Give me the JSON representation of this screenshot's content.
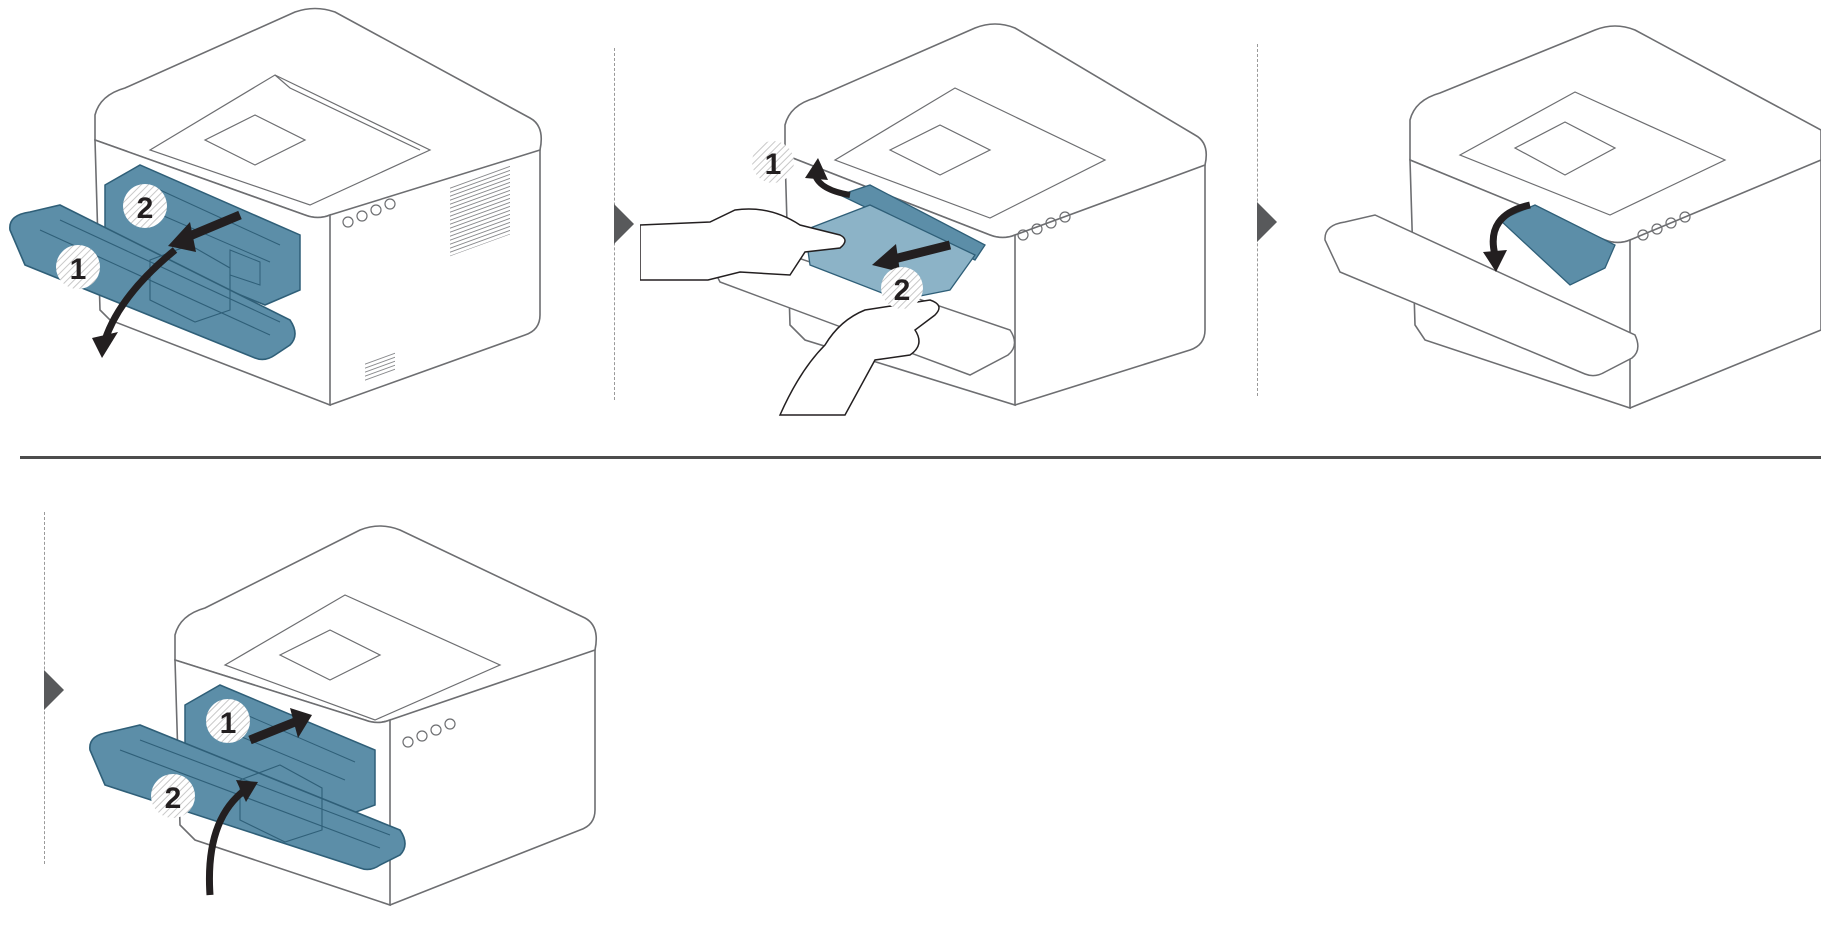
{
  "colors": {
    "part_highlight": "#5c8ea8",
    "part_highlight_dark": "#2f5f78",
    "printer_outline": "#6d6e71",
    "arrow": "#231f20",
    "separator": "#4d4d4d"
  },
  "steps": [
    {
      "callouts": [
        {
          "label": "1",
          "icon": "open-front-cover-arrow-icon"
        },
        {
          "label": "2",
          "icon": "pull-toner-cartridge-arrow-icon"
        }
      ]
    },
    {
      "callouts": [
        {
          "label": "1",
          "icon": "lift-guide-arrow-icon"
        },
        {
          "label": "2",
          "icon": "pull-jammed-paper-arrow-icon"
        }
      ]
    },
    {
      "callouts": [
        {
          "icon": "lower-guide-arrow-icon"
        }
      ]
    },
    {
      "callouts": [
        {
          "label": "1",
          "icon": "insert-toner-cartridge-arrow-icon"
        },
        {
          "label": "2",
          "icon": "close-front-cover-arrow-icon"
        }
      ]
    }
  ]
}
